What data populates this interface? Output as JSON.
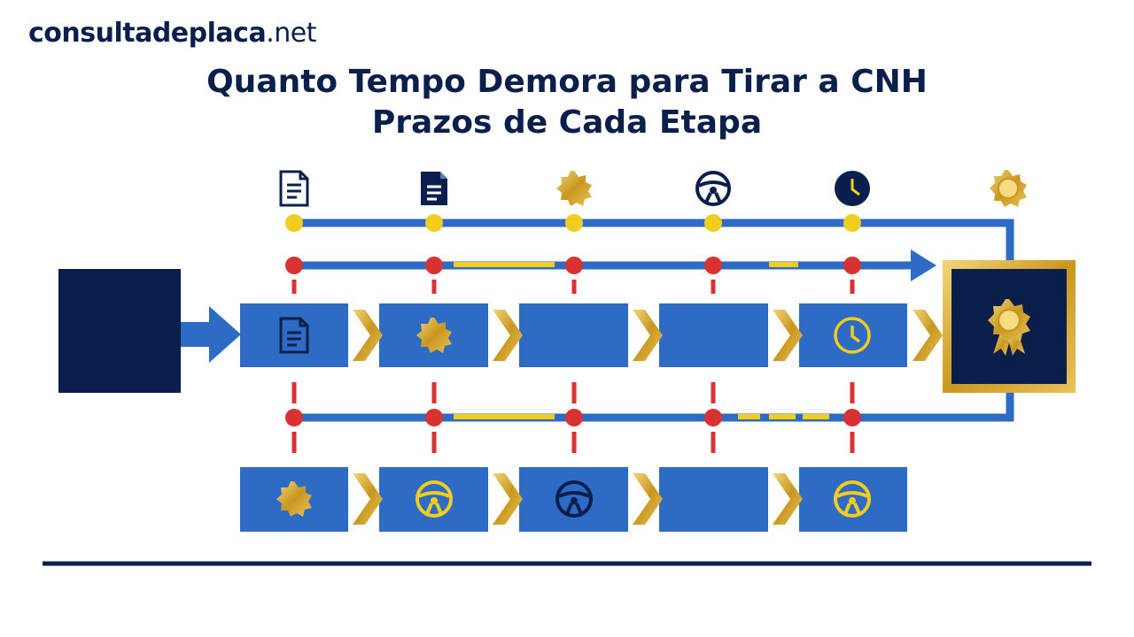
{
  "site": {
    "name": "consultadeplaca",
    "tld": ".net"
  },
  "title": {
    "line1": "Quanto Tempo Demora para Tirar a CNH",
    "line2": "Prazos de Cada Etapa"
  },
  "colors": {
    "navy": "#0b1f4d",
    "blue": "#2d6bc4",
    "gold": "#d4a92a",
    "yellow": "#f2cc1f",
    "red": "#d93232"
  },
  "top_icons": [
    "document-outline-icon",
    "document-filled-icon",
    "gold-seal-icon",
    "steering-wheel-icon",
    "clock-icon",
    "gold-medal-icon"
  ],
  "row1_steps": [
    {
      "icon": "document-icon"
    },
    {
      "icon": "gold-seal-icon"
    },
    {
      "icon": ""
    },
    {
      "icon": ""
    },
    {
      "icon": "clock-icon"
    }
  ],
  "row2_steps": [
    {
      "icon": "gold-seal-icon"
    },
    {
      "icon": "steering-wheel-gold-icon"
    },
    {
      "icon": "steering-wheel-navy-icon"
    },
    {
      "icon": ""
    },
    {
      "icon": "steering-wheel-gold-icon"
    }
  ],
  "final_badge": {
    "icon": "award-ribbon-icon"
  }
}
